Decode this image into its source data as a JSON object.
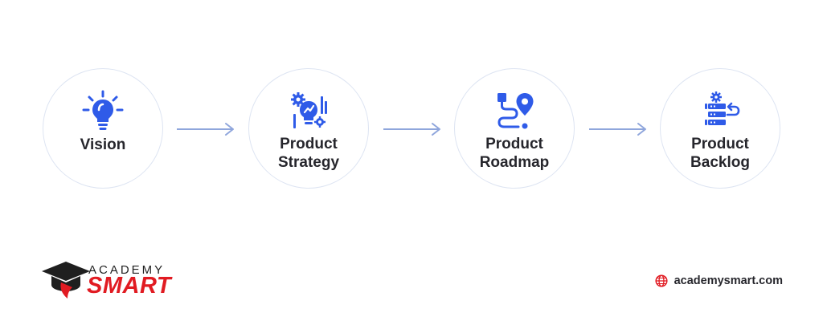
{
  "diagram": {
    "steps": [
      {
        "id": "vision",
        "icon": "lightbulb-icon",
        "lines": [
          "Vision"
        ]
      },
      {
        "id": "strategy",
        "icon": "strategy-gears-icon",
        "lines": [
          "Product",
          "Strategy"
        ]
      },
      {
        "id": "roadmap",
        "icon": "roadmap-pin-icon",
        "lines": [
          "Product",
          "Roadmap"
        ]
      },
      {
        "id": "backlog",
        "icon": "backlog-stack-icon",
        "lines": [
          "Product",
          "Backlog"
        ]
      }
    ],
    "connector": "arrow-right-icon"
  },
  "colors": {
    "accent": "#2f5be8",
    "circle_border": "#dde4f2",
    "arrow": "#8fa6dc",
    "text": "#26262c",
    "brand_red": "#e11b22"
  },
  "brand": {
    "logo_top": "ACADEMY",
    "logo_bottom": "SMART",
    "logo_icon": "graduation-cap-icon",
    "website": "academysmart.com",
    "website_icon": "globe-icon"
  }
}
